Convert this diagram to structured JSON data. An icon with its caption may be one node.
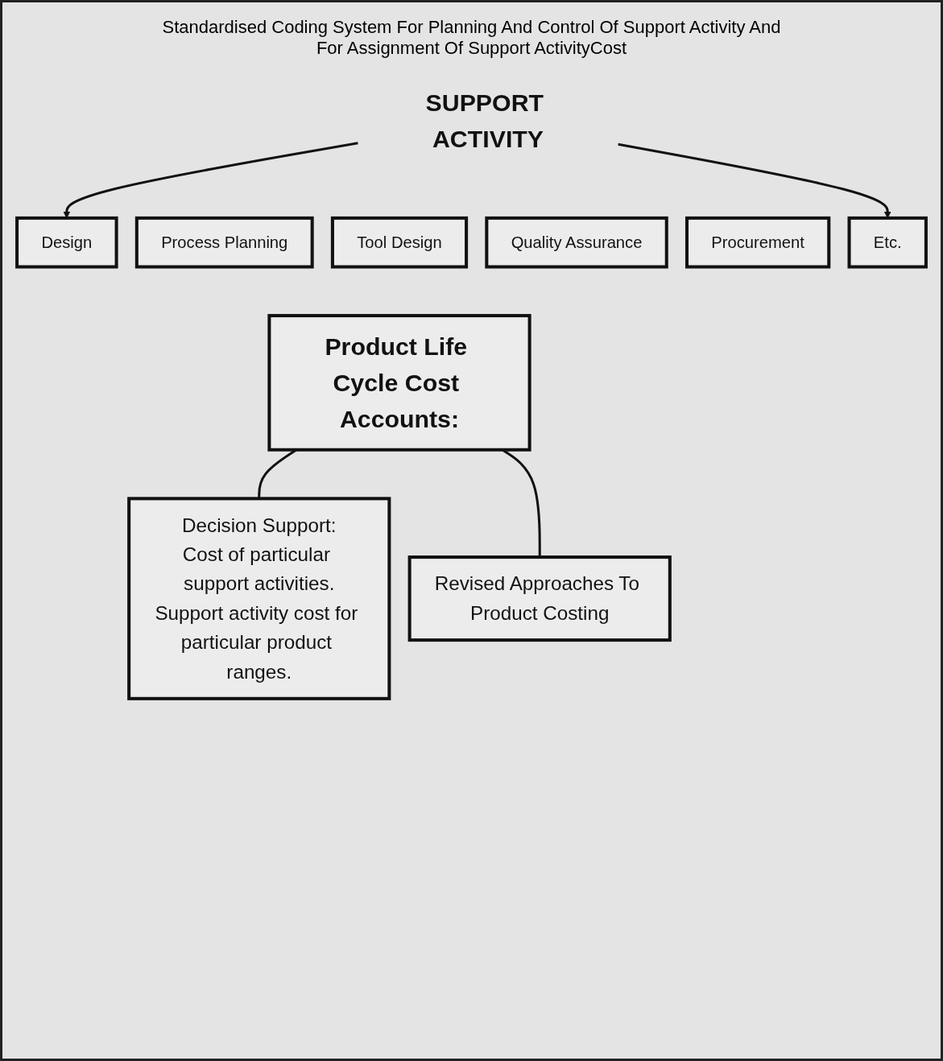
{
  "diagram": {
    "nodes": [
      {
        "text": [
          "SUPPORT ACTIVITY"
        ]
      },
      {
        "text": [
          "Design"
        ]
      },
      {
        "text": [
          "Process Planning"
        ]
      },
      {
        "text": [
          "Tool Design"
        ]
      },
      {
        "text": [
          "Quality Assurance"
        ]
      },
      {
        "text": [
          "Procurement"
        ]
      },
      {
        "text": [
          "Etc."
        ]
      },
      {
        "text": [
          "Product Life Cycle Cost Accounts:"
        ]
      },
      {
        "text": [
          "Decision Support:",
          "Cost of particular support activities.",
          "Support activity cost for particular product ranges."
        ]
      },
      {
        "text": [
          "Revised Approaches To Product Costing"
        ]
      }
    ],
    "edges": [
      {
        "from": 0,
        "to": 1,
        "arrow": "to"
      },
      {
        "from": 0,
        "to": 6,
        "arrow": "to"
      },
      {
        "from": 7,
        "to": 8,
        "arrow": "none"
      },
      {
        "from": 7,
        "to": 9,
        "arrow": "none"
      }
    ],
    "labels": [
      "Standardised Coding System For Planning And Control Of Support Activity And For Assignment Of Support ActivityCost"
    ]
  }
}
